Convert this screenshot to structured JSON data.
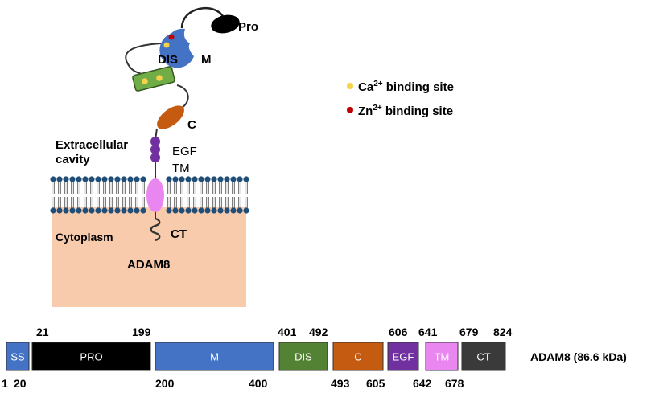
{
  "labels": {
    "pro": "Pro",
    "m": "M",
    "dis": "DIS",
    "c": "C",
    "egf": "EGF",
    "tm": "TM",
    "ct": "CT",
    "extracellular_line1": "Extracellular",
    "extracellular_line2": "cavity",
    "cytoplasm": "Cytoplasm",
    "protein": "ADAM8"
  },
  "legend": [
    {
      "prefix": "Ca",
      "sup": "2+",
      "suffix": " binding site",
      "color": "#f6d24a"
    },
    {
      "prefix": "Zn",
      "sup": "2+",
      "suffix": " binding site",
      "color": "#c00000"
    }
  ],
  "domains": [
    {
      "label": "SS",
      "start": "1",
      "end": "20",
      "color": "#4472c4",
      "text_color": "#ffffff"
    },
    {
      "label": "PRO",
      "start": "21",
      "end": "199",
      "color": "#000000",
      "text_color": "#ffffff"
    },
    {
      "label": "M",
      "start": "200",
      "end": "400",
      "color": "#4472c4",
      "text_color": "#ffffff"
    },
    {
      "label": "DIS",
      "start": "401",
      "end": "492",
      "color": "#548235",
      "text_color": "#ffffff"
    },
    {
      "label": "C",
      "start": "493",
      "end": "605",
      "color": "#c55a11",
      "text_color": "#ffffff"
    },
    {
      "label": "EGF",
      "start": "606",
      "end": "641",
      "color": "#7030a0",
      "text_color": "#ffffff"
    },
    {
      "label": "TM",
      "start": "642",
      "end": "678",
      "color": "#ea86f0",
      "text_color": "#ffffff"
    },
    {
      "label": "CT",
      "start": "679",
      "end": "824",
      "color": "#3a3a3a",
      "text_color": "#ffffff"
    }
  ],
  "protein_label": "ADAM8 (86.6 kDa)",
  "colors": {
    "cytoplasm": "#f8cbad",
    "membrane_head": "#1f4e79",
    "metalloprotease": "#4472c4",
    "disintegrin": "#70ad47",
    "cysteine_rich": "#c55a11",
    "egf": "#7030a0",
    "transmembrane": "#ea86f0"
  }
}
